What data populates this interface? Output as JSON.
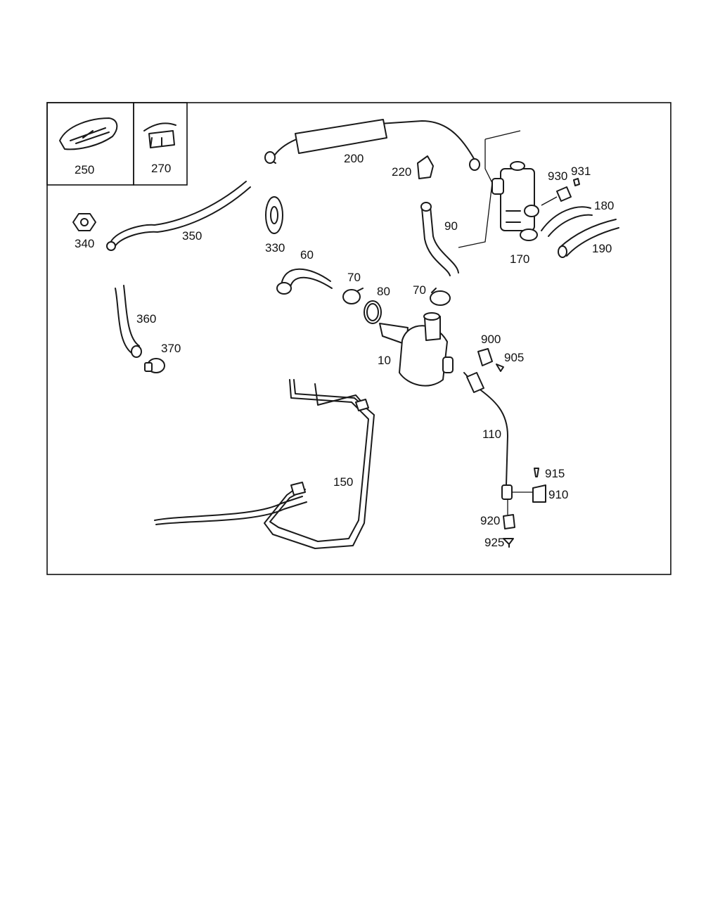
{
  "labels": {
    "p250": "250",
    "p270": "270",
    "p200": "200",
    "p220": "220",
    "p930": "930",
    "p931": "931",
    "p180": "180",
    "p190": "190",
    "p170": "170",
    "p90": "90",
    "p340": "340",
    "p350": "350",
    "p330": "330",
    "p60": "60",
    "p70a": "70",
    "p80": "80",
    "p70b": "70",
    "p360": "360",
    "p370": "370",
    "p10": "10",
    "p900": "900",
    "p905": "905",
    "p110": "110",
    "p150": "150",
    "p915": "915",
    "p910": "910",
    "p920": "920",
    "p925": "925"
  },
  "colors": {
    "line": "#1a1a1a",
    "background": "#ffffff",
    "frame": "#111111"
  }
}
